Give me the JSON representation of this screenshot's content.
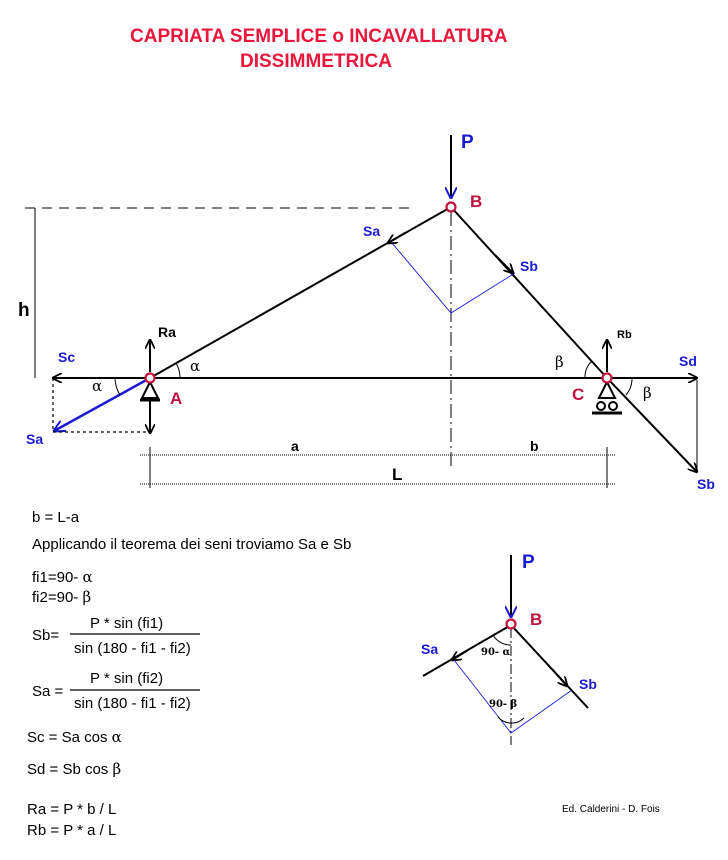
{
  "title": {
    "line1": "CAPRIATA SEMPLICE o INCAVALLATURA",
    "line2": "DISSIMMETRICA"
  },
  "diagram": {
    "P": "P",
    "B": "B",
    "A": "A",
    "C": "C",
    "Sa": "Sa",
    "Sb": "Sb",
    "Sc": "Sc",
    "Sd": "Sd",
    "Ra": "Ra",
    "Rb": "Rb",
    "h": "h",
    "a": "a",
    "b": "b",
    "L": "L",
    "alpha": "α",
    "beta": "β"
  },
  "formulas": {
    "b_eq": "b = L-a",
    "intro": "Applicando il teorema dei seni troviamo Sa e Sb",
    "fi1": "fi1=90- ",
    "fi2": "fi2=90- ",
    "sb_label": "Sb=",
    "sb_num": "P * sin (fi1)",
    "sb_den": "sin (180 - fi1 - fi2)",
    "sa_label": "Sa =",
    "sa_num": "P * sin (fi2)",
    "sa_den": "sin (180 - fi1 - fi2)",
    "sc": "Sc = Sa   cos ",
    "sd": "Sd = Sb cos ",
    "ra": "Ra = P * b / L",
    "rb": "Rb = P * a / L"
  },
  "small_diagram": {
    "P": "P",
    "B": "B",
    "Sa": "Sa",
    "Sb": "Sb",
    "ang1": "90- α",
    "ang2": "90- β"
  },
  "credit": "Ed. Calderini - D. Fois",
  "colors": {
    "title": "#e8173c",
    "node_labels": "#c0143c",
    "forces": "#1a1ad2"
  }
}
